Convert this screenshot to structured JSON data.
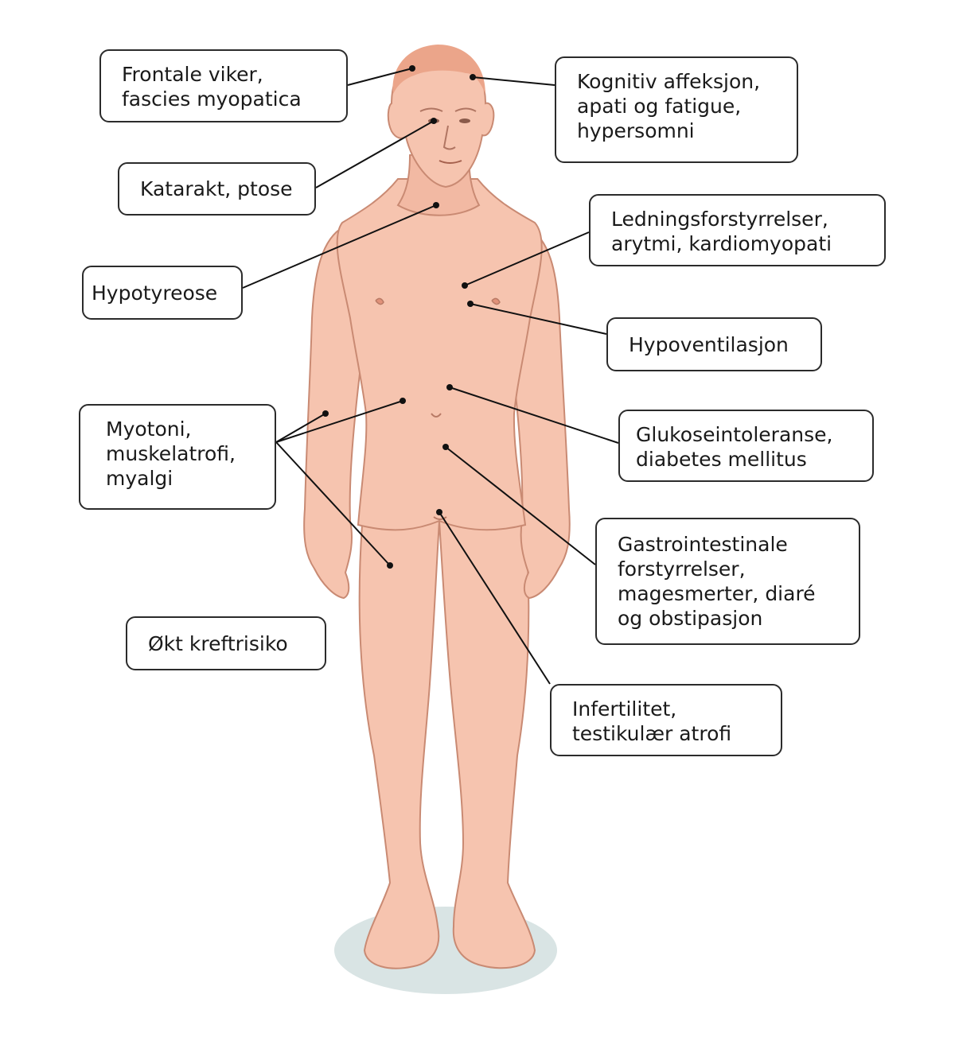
{
  "colors": {
    "skin": "#f6c4af",
    "skin_shade": "#eeab93",
    "hair": "#e8a98d",
    "outline": "#b87a65",
    "leader": "#111111",
    "ground_shadow": "#d7e3e3"
  },
  "labels": {
    "frontale": [
      "Frontale viker,",
      "fascies myopatica"
    ],
    "kognitiv": [
      "Kognitiv affeksjon,",
      "apati og fatigue,",
      "hypersomni"
    ],
    "katarakt": [
      "Katarakt, ptose"
    ],
    "ledning": [
      "Ledningsforstyrrelser,",
      "arytmi, kardiomyopati"
    ],
    "hypotyreose": [
      "Hypotyreose"
    ],
    "hypoventilasjon": [
      "Hypoventilasjon"
    ],
    "myotoni": [
      "Myotoni,",
      "muskelatrofi,",
      "myalgi"
    ],
    "glukose": [
      "Glukoseintoleranse,",
      "diabetes mellitus"
    ],
    "gastro": [
      "Gastrointestinale",
      "forstyrrelser,",
      "magesmerter, diaré",
      "og obstipasjon"
    ],
    "kreft": [
      "Økt kreftrisiko"
    ],
    "infertilitet": [
      "Infertilitet,",
      "testikulær atrofi"
    ]
  }
}
